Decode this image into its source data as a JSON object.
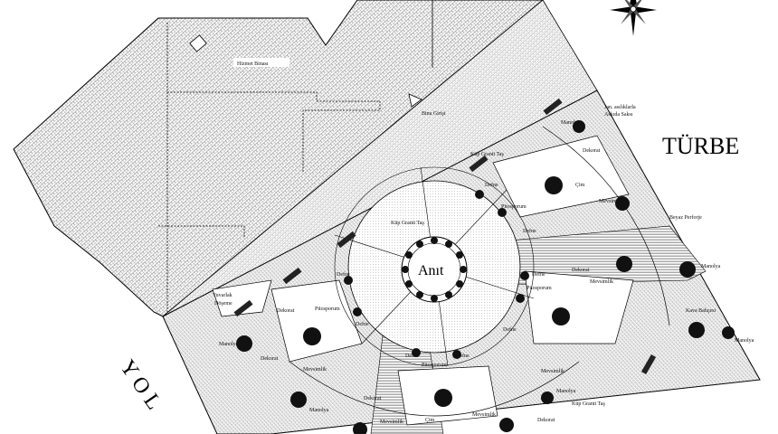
{
  "labels": {
    "turbe": "TÜRBE",
    "yol": "Y O L",
    "anit": "Anıt",
    "hizmet_binasi": "Hizmet Binası",
    "bina_girisi": "Bina Girişi",
    "jan_saksi": "Jan. asılıklarla",
    "jan_saksi_2": "Askıda Saksı",
    "beyaz_perforje": "Beyaz Perforje",
    "kava_bahcesi": "Kava Bahçesi",
    "yuvarlak_doseme": "Yuvarlak",
    "yuvarlak_doseme_2": "Döşeme",
    "kup_granit": "Küp Granit Taş",
    "manolya": "Manolya",
    "defne": "Defne",
    "pitosporum": "Pitosporum",
    "mevsimlik": "Mevsimlik",
    "dekorat": "Dekorat",
    "cim": "Çim"
  },
  "colors": {
    "ink": "#111111",
    "paper": "#ffffff",
    "roof": "#8a8a8a",
    "paving": "#b4b4b4"
  },
  "icons": [
    "compass-icon",
    "entrance-triangle-icon",
    "tree-symbol-icon",
    "bench-icon"
  ]
}
